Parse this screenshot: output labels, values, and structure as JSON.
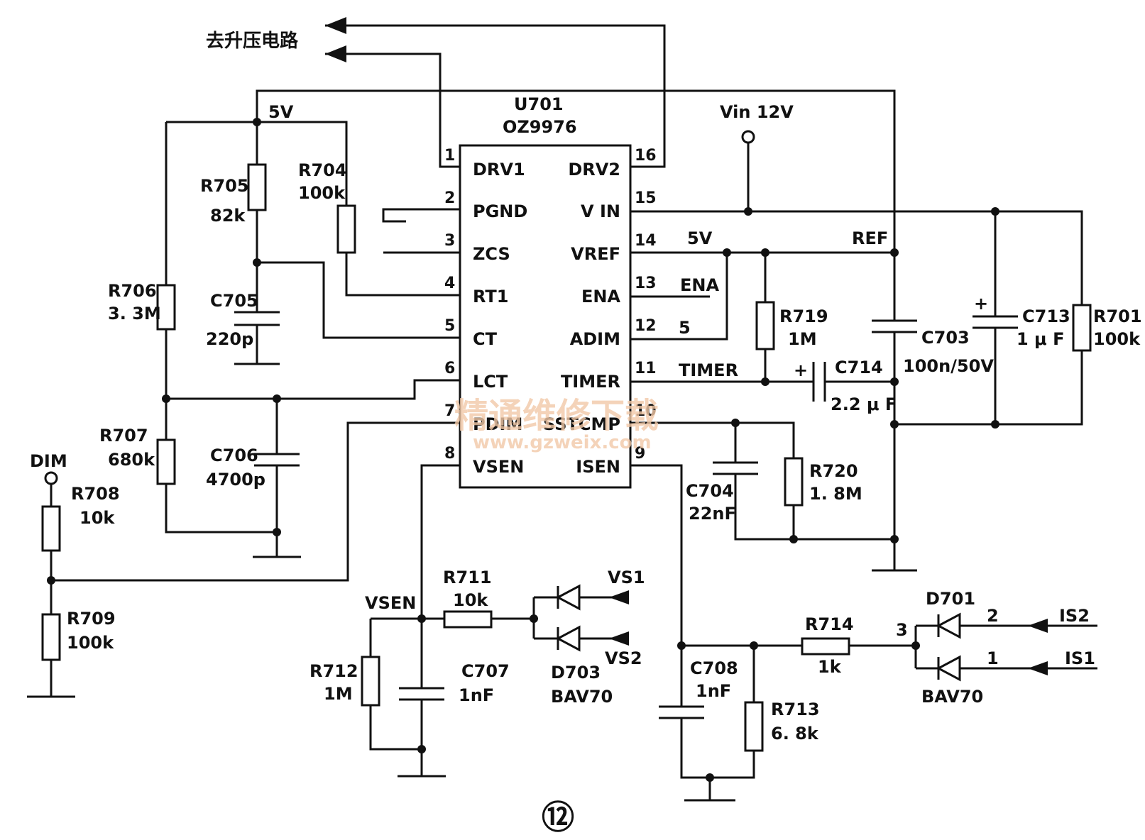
{
  "title_cn": "去升压电路",
  "chip": {
    "ref": "U701",
    "part": "OZ9976"
  },
  "pins": {
    "p1": {
      "num": "1",
      "name": "DRV1"
    },
    "p2": {
      "num": "2",
      "name": "PGND"
    },
    "p3": {
      "num": "3",
      "name": "ZCS"
    },
    "p4": {
      "num": "4",
      "name": "RT1"
    },
    "p5": {
      "num": "5",
      "name": "CT"
    },
    "p6": {
      "num": "6",
      "name": "LCT"
    },
    "p7": {
      "num": "7",
      "name": "PDIM"
    },
    "p8": {
      "num": "8",
      "name": "VSEN"
    },
    "p9": {
      "num": "9",
      "name": "ISEN"
    },
    "p10": {
      "num": "10",
      "name": "SSTCMP"
    },
    "p11": {
      "num": "11",
      "name": "TIMER"
    },
    "p12": {
      "num": "12",
      "name": "ADIM"
    },
    "p13": {
      "num": "13",
      "name": "ENA"
    },
    "p14": {
      "num": "14",
      "name": "VREF"
    },
    "p15": {
      "num": "15",
      "name": "V IN"
    },
    "p16": {
      "num": "16",
      "name": "DRV2"
    }
  },
  "nets": {
    "v5": "5V",
    "v5b": "5V",
    "vin": "Vin 12V",
    "ref": "REF",
    "ena": "ENA",
    "adim5": "5",
    "timer": "TIMER",
    "dim": "DIM",
    "vsen": "VSEN",
    "vs1": "VS1",
    "vs2": "VS2",
    "is1": "IS1",
    "is2": "IS2",
    "d701n1": "1",
    "d701n2": "2",
    "d701n3": "3"
  },
  "components": {
    "r701": {
      "ref": "R701",
      "val": "100k"
    },
    "r704": {
      "ref": "R704",
      "val": "100k"
    },
    "r705": {
      "ref": "R705",
      "val": "82k"
    },
    "r706": {
      "ref": "R706",
      "val": "3. 3M"
    },
    "r707": {
      "ref": "R707",
      "val": "680k"
    },
    "r708": {
      "ref": "R708",
      "val": "10k"
    },
    "r709": {
      "ref": "R709",
      "val": "100k"
    },
    "r711": {
      "ref": "R711",
      "val": "10k"
    },
    "r712": {
      "ref": "R712",
      "val": "1M"
    },
    "r713": {
      "ref": "R713",
      "val": "6. 8k"
    },
    "r714": {
      "ref": "R714",
      "val": "1k"
    },
    "r719": {
      "ref": "R719",
      "val": "1M"
    },
    "r720": {
      "ref": "R720",
      "val": "1. 8M"
    },
    "c703": {
      "ref": "C703",
      "val": "100n/50V"
    },
    "c704": {
      "ref": "C704",
      "val": "22nF"
    },
    "c705": {
      "ref": "C705",
      "val": "220p"
    },
    "c706": {
      "ref": "C706",
      "val": "4700p"
    },
    "c707": {
      "ref": "C707",
      "val": "1nF"
    },
    "c708": {
      "ref": "C708",
      "val": "1nF"
    },
    "c713": {
      "ref": "C713",
      "val": "1 μ F"
    },
    "c714": {
      "ref": "C714",
      "val": "2.2 μ F"
    },
    "d701": {
      "ref": "D701",
      "val": "BAV70"
    },
    "d703": {
      "ref": "D703",
      "val": "BAV70"
    }
  },
  "figure_no": "⑫",
  "watermark": {
    "cn": "精通维修下载",
    "url": "www.gzweix.com"
  }
}
